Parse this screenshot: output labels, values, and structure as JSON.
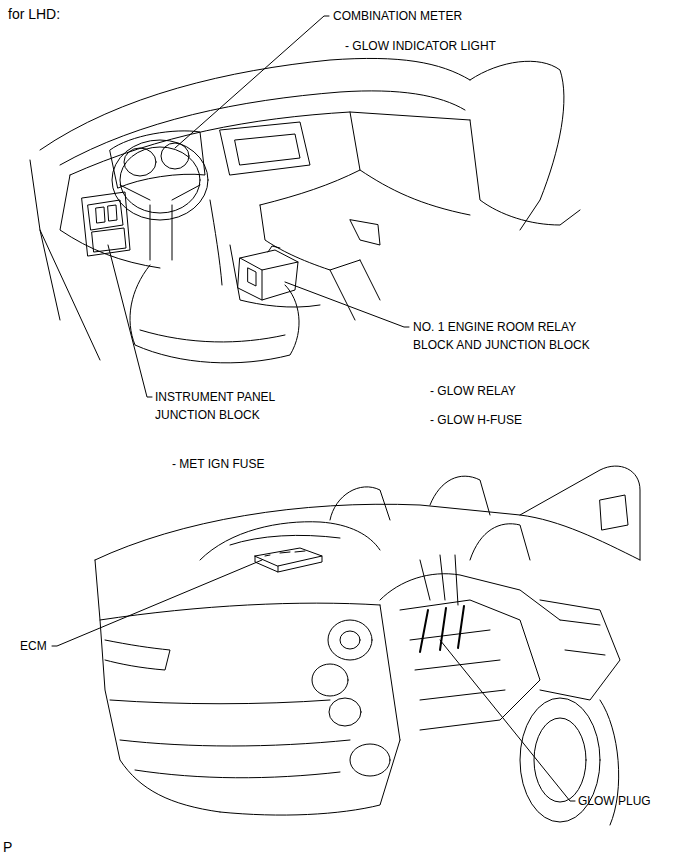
{
  "diagram": {
    "title": "for LHD:",
    "labels": [
      "COMBINATION METER",
      "- GLOW INDICATOR LIGHT",
      "NO. 1 ENGINE ROOM RELAY BLOCK AND JUNCTION BLOCK",
      "- GLOW RELAY",
      "- GLOW H-FUSE",
      "INSTRUMENT PANEL JUNCTION BLOCK",
      "- MET IGN FUSE",
      "ECM",
      "GLOW PLUG",
      "P"
    ]
  }
}
